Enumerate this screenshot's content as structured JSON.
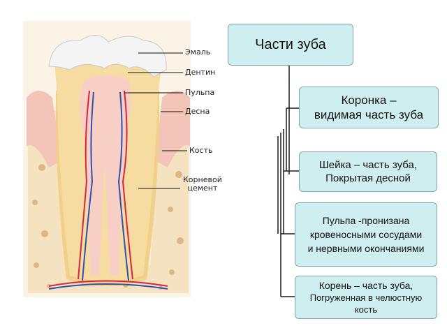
{
  "tooth_labels": {
    "enamel": "Эмаль",
    "dentin": "Дентин",
    "pulp": "Пульпа",
    "gum": "Десна",
    "bone": "Кость",
    "cement_line1": "Корневой",
    "cement_line2": "цемент"
  },
  "boxes": {
    "title": "Части зуба",
    "crown_line1": "Коронка –",
    "crown_line2": "видимая часть зуба",
    "neck_line1": "Шейка – часть зуба,",
    "neck_line2": "Покрытая десной",
    "pulp_line1": "Пульпа -пронизана",
    "pulp_line2": "кровеносными сосудами",
    "pulp_line3": "и нервными окончаниями",
    "root_line1": "Корень – часть зуба,",
    "root_line2": "Погруженная в челюстную",
    "root_line3": "кость"
  },
  "colors": {
    "box_fill": "#cfeef0",
    "box_border": "#7fa6b0",
    "enamel": "#f4f4f4",
    "dentin": "#f6dca0",
    "pulp": "#f7cfc4",
    "gum": "#f3c4b8",
    "bone": "#f4e2c0",
    "artery": "#d7263d",
    "vein": "#3050b0"
  }
}
